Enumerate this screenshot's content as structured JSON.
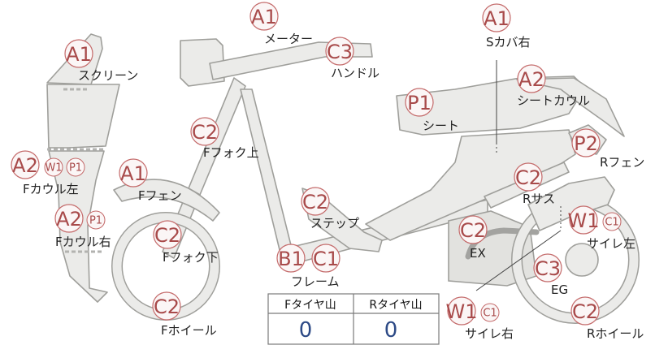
{
  "labels": {
    "meter": "メーター",
    "handle": "ハンドル",
    "screen": "スクリーン",
    "side_cover_r": "Sカバ右",
    "seat_cowl": "シートカウル",
    "seat": "シート",
    "f_fork_upper": "Fフォク上",
    "r_fender": "Rフェン",
    "f_cowl_left": "Fカウル左",
    "f_fender": "Fフェン",
    "r_sus": "Rサス",
    "step": "ステップ",
    "f_cowl_right": "Fカウル右",
    "exhaust": "EX",
    "muffler_left": "サイレ左",
    "f_fork_lower": "Fフォク下",
    "frame": "フレーム",
    "engine": "EG",
    "f_wheel": "Fホイール",
    "muffler_right": "サイレ右",
    "r_wheel": "Rホイール"
  },
  "grades": {
    "meter": "A1",
    "handle": "C3",
    "screen": "A1",
    "side_cover_r": "A1",
    "seat_cowl": "A2",
    "seat": "P1",
    "f_fork_upper": "C2",
    "r_fender": "P2",
    "f_cowl_left": [
      "A2",
      "W1",
      "P1"
    ],
    "f_fender": "A1",
    "r_sus": "C2",
    "step": "C2",
    "f_cowl_right": [
      "A2",
      "P1"
    ],
    "exhaust": "C2",
    "muffler_left": [
      "W1",
      "C1"
    ],
    "f_fork_lower": "C2",
    "frame": [
      "B1",
      "C1"
    ],
    "engine": "C3",
    "f_wheel": "C2",
    "muffler_right": [
      "W1",
      "C1"
    ],
    "r_wheel": "C2"
  },
  "tread_table": {
    "headers": [
      "Fタイヤ山",
      "Rタイヤ山"
    ],
    "values": [
      "0",
      "0"
    ]
  }
}
